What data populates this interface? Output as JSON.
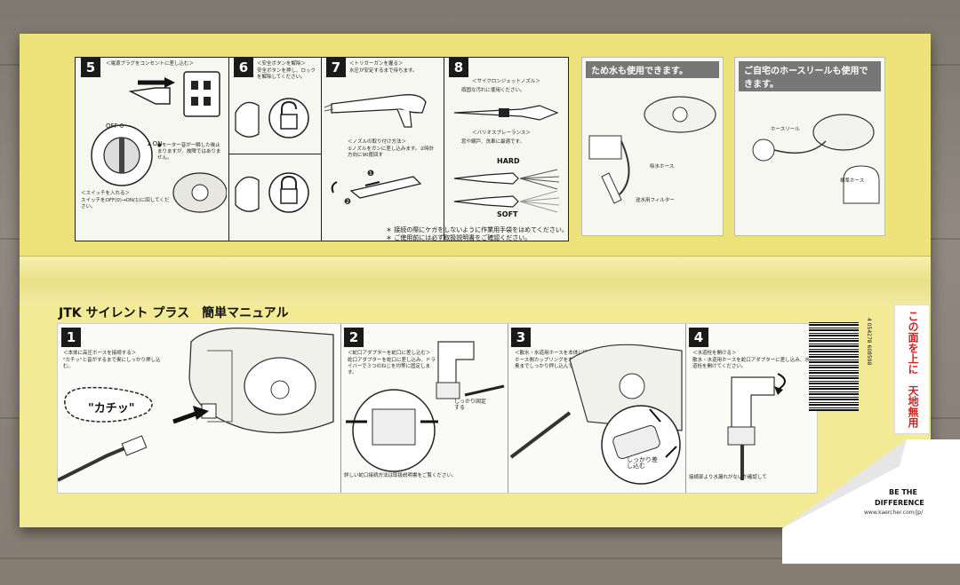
{
  "top_steps": [
    {
      "num": "5",
      "title": "＜電源プラグをコンセントに差し込む＞",
      "sub_title": "＜スイッチを入れる＞",
      "sub_text": "スイッチをOFF(0)→ON(1)に回してください。",
      "note": "●モーター音が一瞬した後止まりますが、故障ではありません。",
      "dial_off": "OFF 0",
      "dial_on": "1 ON"
    },
    {
      "num": "6",
      "title": "＜安全ボタンを解除＞",
      "text": "安全ボタンを押し、ロックを解除してください。"
    },
    {
      "num": "7",
      "title": "＜トリガーガンを握る＞",
      "text": "水圧が安定するまで待ちます。",
      "sub_title": "＜ノズルの取り付け方法＞",
      "sub_text": "①ノズルをガンに差し込みます。②時計方向に90度回す",
      "m1": "❶",
      "m2": "❷"
    },
    {
      "num": "8",
      "title": "＜サイクロンジェットノズル＞",
      "text": "頑固な汚れに使用ください。",
      "sub_title": "＜バリオスプレーランス＞",
      "sub_text": "窓や網戸、洗車に最適です。",
      "hard": "HARD",
      "soft": "SOFT"
    }
  ],
  "top_warnings": [
    "＊ 接続の際にケガをしないように作業用手袋をはめてください。",
    "＊ ご使用前には必ず取扱説明書をご確認ください。"
  ],
  "side_panels": [
    {
      "heading": "ため水も使用できます。",
      "caption": "吸水ホース",
      "caption2": "送水用フィルター"
    },
    {
      "heading": "ご自宅のホースリールも使用できます。",
      "caption": "ホースリール",
      "caption2": "標準ホース"
    }
  ],
  "manual_title": "JTK サイレント プラス　簡単マニュアル",
  "bottom_steps": [
    {
      "num": "1",
      "title": "＜本体に高圧ホースを接続する＞",
      "text": "\"カチッ\"と音がするまで奥にしっかり押し込む。",
      "bubble": "\"カチッ\""
    },
    {
      "num": "2",
      "title": "＜蛇口アダプターを蛇口に差し込む＞",
      "text": "蛇口アダプターを蛇口に差し込み、ドライバーで３つのねじを均等に固定します。",
      "label": "しっかり固定する",
      "footnote": "詳しい蛇口接続方法は取扱説明書をご覧ください。"
    },
    {
      "num": "3",
      "title": "＜散水・水道用ホースを本体に接続する＞",
      "text": "ホース側カップリングを本体側カップリングに奥までしっかり押し込んで接続してください。",
      "label": "しっかり差し込む"
    },
    {
      "num": "4",
      "title": "＜水道栓を開ける＞",
      "text": "散水・水道用ホースを蛇口アダプターに差し込み、水道栓を開けてください。",
      "footnote": "接続部より水漏れがないか確認して"
    }
  ],
  "side_label": "この面を上に　天地無用",
  "barcode_number": "4 054278 608598",
  "brand": {
    "line1": "BE THE",
    "line2": "DIFFERENCE",
    "url": "www.kaercher.com/jp/"
  },
  "colors": {
    "box_yellow": "#f1e88a",
    "panel_bg": "#f7f7f2",
    "label_red": "#d2231e",
    "brand_ink": "#111111"
  }
}
